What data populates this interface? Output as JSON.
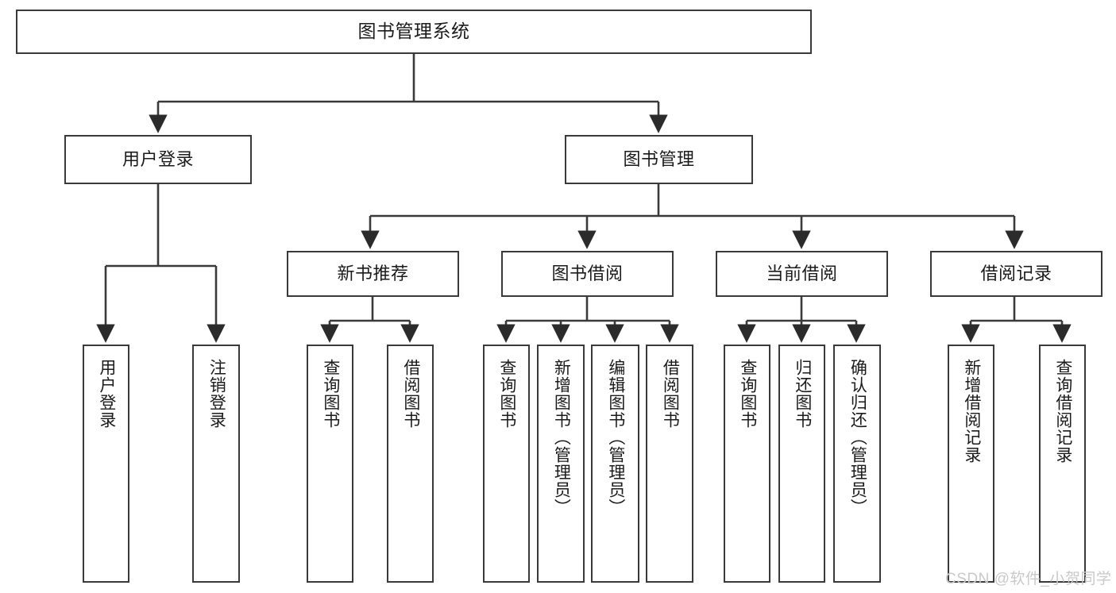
{
  "diagram": {
    "type": "tree-hierarchy-chart",
    "title": "图书管理系统",
    "stroke_color": "#3a3a3a",
    "box_fill": "#ffffff",
    "text_color": "#1b1b1b",
    "levels": 4
  },
  "root": {
    "label": "图书管理系统"
  },
  "level2": [
    {
      "label": "用户登录"
    },
    {
      "label": "图书管理"
    }
  ],
  "level3": [
    {
      "label": "新书推荐"
    },
    {
      "label": "图书借阅"
    },
    {
      "label": "当前借阅"
    },
    {
      "label": "借阅记录"
    }
  ],
  "leaves": {
    "user_login": [
      {
        "label": "用户登录"
      },
      {
        "label": "注销登录"
      }
    ],
    "new_book_recommend": [
      {
        "label": "查询图书"
      },
      {
        "label": "借阅图书"
      }
    ],
    "book_borrow": [
      {
        "label": "查询图书"
      },
      {
        "label": "新增图书（管理员）"
      },
      {
        "label": "编辑图书（管理员）"
      },
      {
        "label": "借阅图书"
      }
    ],
    "current_borrow": [
      {
        "label": "查询图书"
      },
      {
        "label": "归还图书"
      },
      {
        "label": "确认归还（管理员）"
      }
    ],
    "borrow_record": [
      {
        "label": "新增借阅记录"
      },
      {
        "label": "查询借阅记录"
      }
    ]
  },
  "watermark": {
    "text": "CSDN @软件_小贺同学"
  }
}
